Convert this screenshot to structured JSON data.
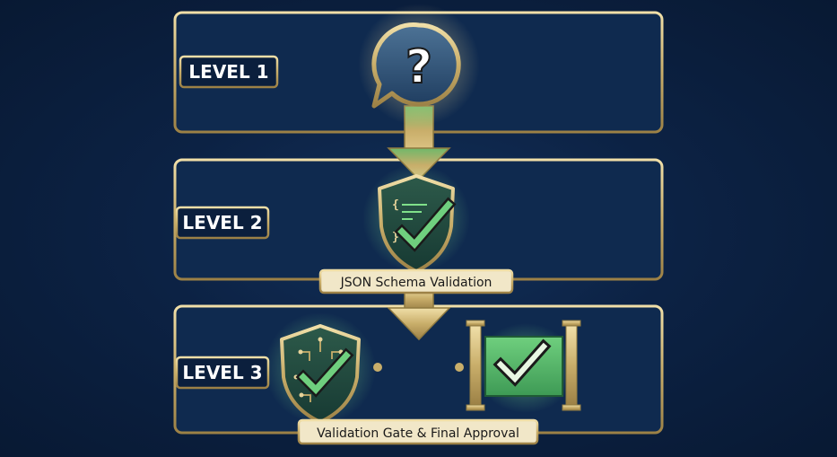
{
  "diagram": {
    "levels": [
      {
        "label": "LEVEL 1",
        "icon": "question-bubble-icon"
      },
      {
        "label": "LEVEL 2",
        "icon": "shield-code-check-icon",
        "caption": "JSON Schema Validation"
      },
      {
        "label": "LEVEL 3",
        "icons": [
          "shield-circuit-check-icon",
          "gate-check-icon"
        ],
        "caption": "Validation Gate & Final Approval"
      }
    ],
    "colors": {
      "background": "#0c2244",
      "gold": "#c9ae6a",
      "gold_light": "#e6d39a",
      "green": "#57b86a",
      "green_glow": "#7fe08a",
      "panel_fill": "#0f2a4f",
      "label_fill": "#0b1f3d",
      "caption_fill": "#f1e7c8",
      "caption_text": "#1a1a1a",
      "label_text": "#ffffff"
    }
  }
}
